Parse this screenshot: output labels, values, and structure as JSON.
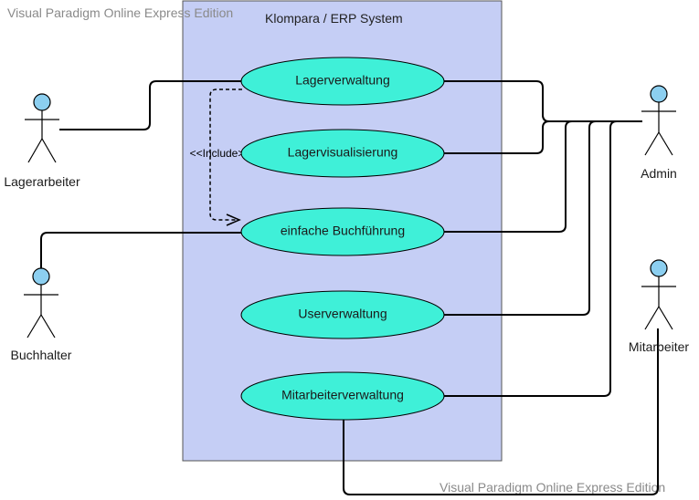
{
  "watermarks": {
    "top": "Visual Paradigm Online Express Edition",
    "bottom": "Visual Paradigm Online Express Edition"
  },
  "system": {
    "title": "Klompara / ERP System"
  },
  "use_cases": [
    {
      "label": "Lagerverwaltung"
    },
    {
      "label": "Lagervisualisierung"
    },
    {
      "label": "einfache Buchführung"
    },
    {
      "label": "Userverwaltung"
    },
    {
      "label": "Mitarbeiterverwaltung"
    }
  ],
  "actors": [
    {
      "label": "Lagerarbeiter"
    },
    {
      "label": "Buchhalter"
    },
    {
      "label": "Admin"
    },
    {
      "label": "Mitarbeiter"
    }
  ],
  "include_relation": {
    "label": "<<Include>>"
  },
  "colors": {
    "system_fill": "#c5cef5",
    "use_case_fill": "#3ff0d8",
    "actor_head_fill": "#8ccff0",
    "line": "#000000"
  }
}
